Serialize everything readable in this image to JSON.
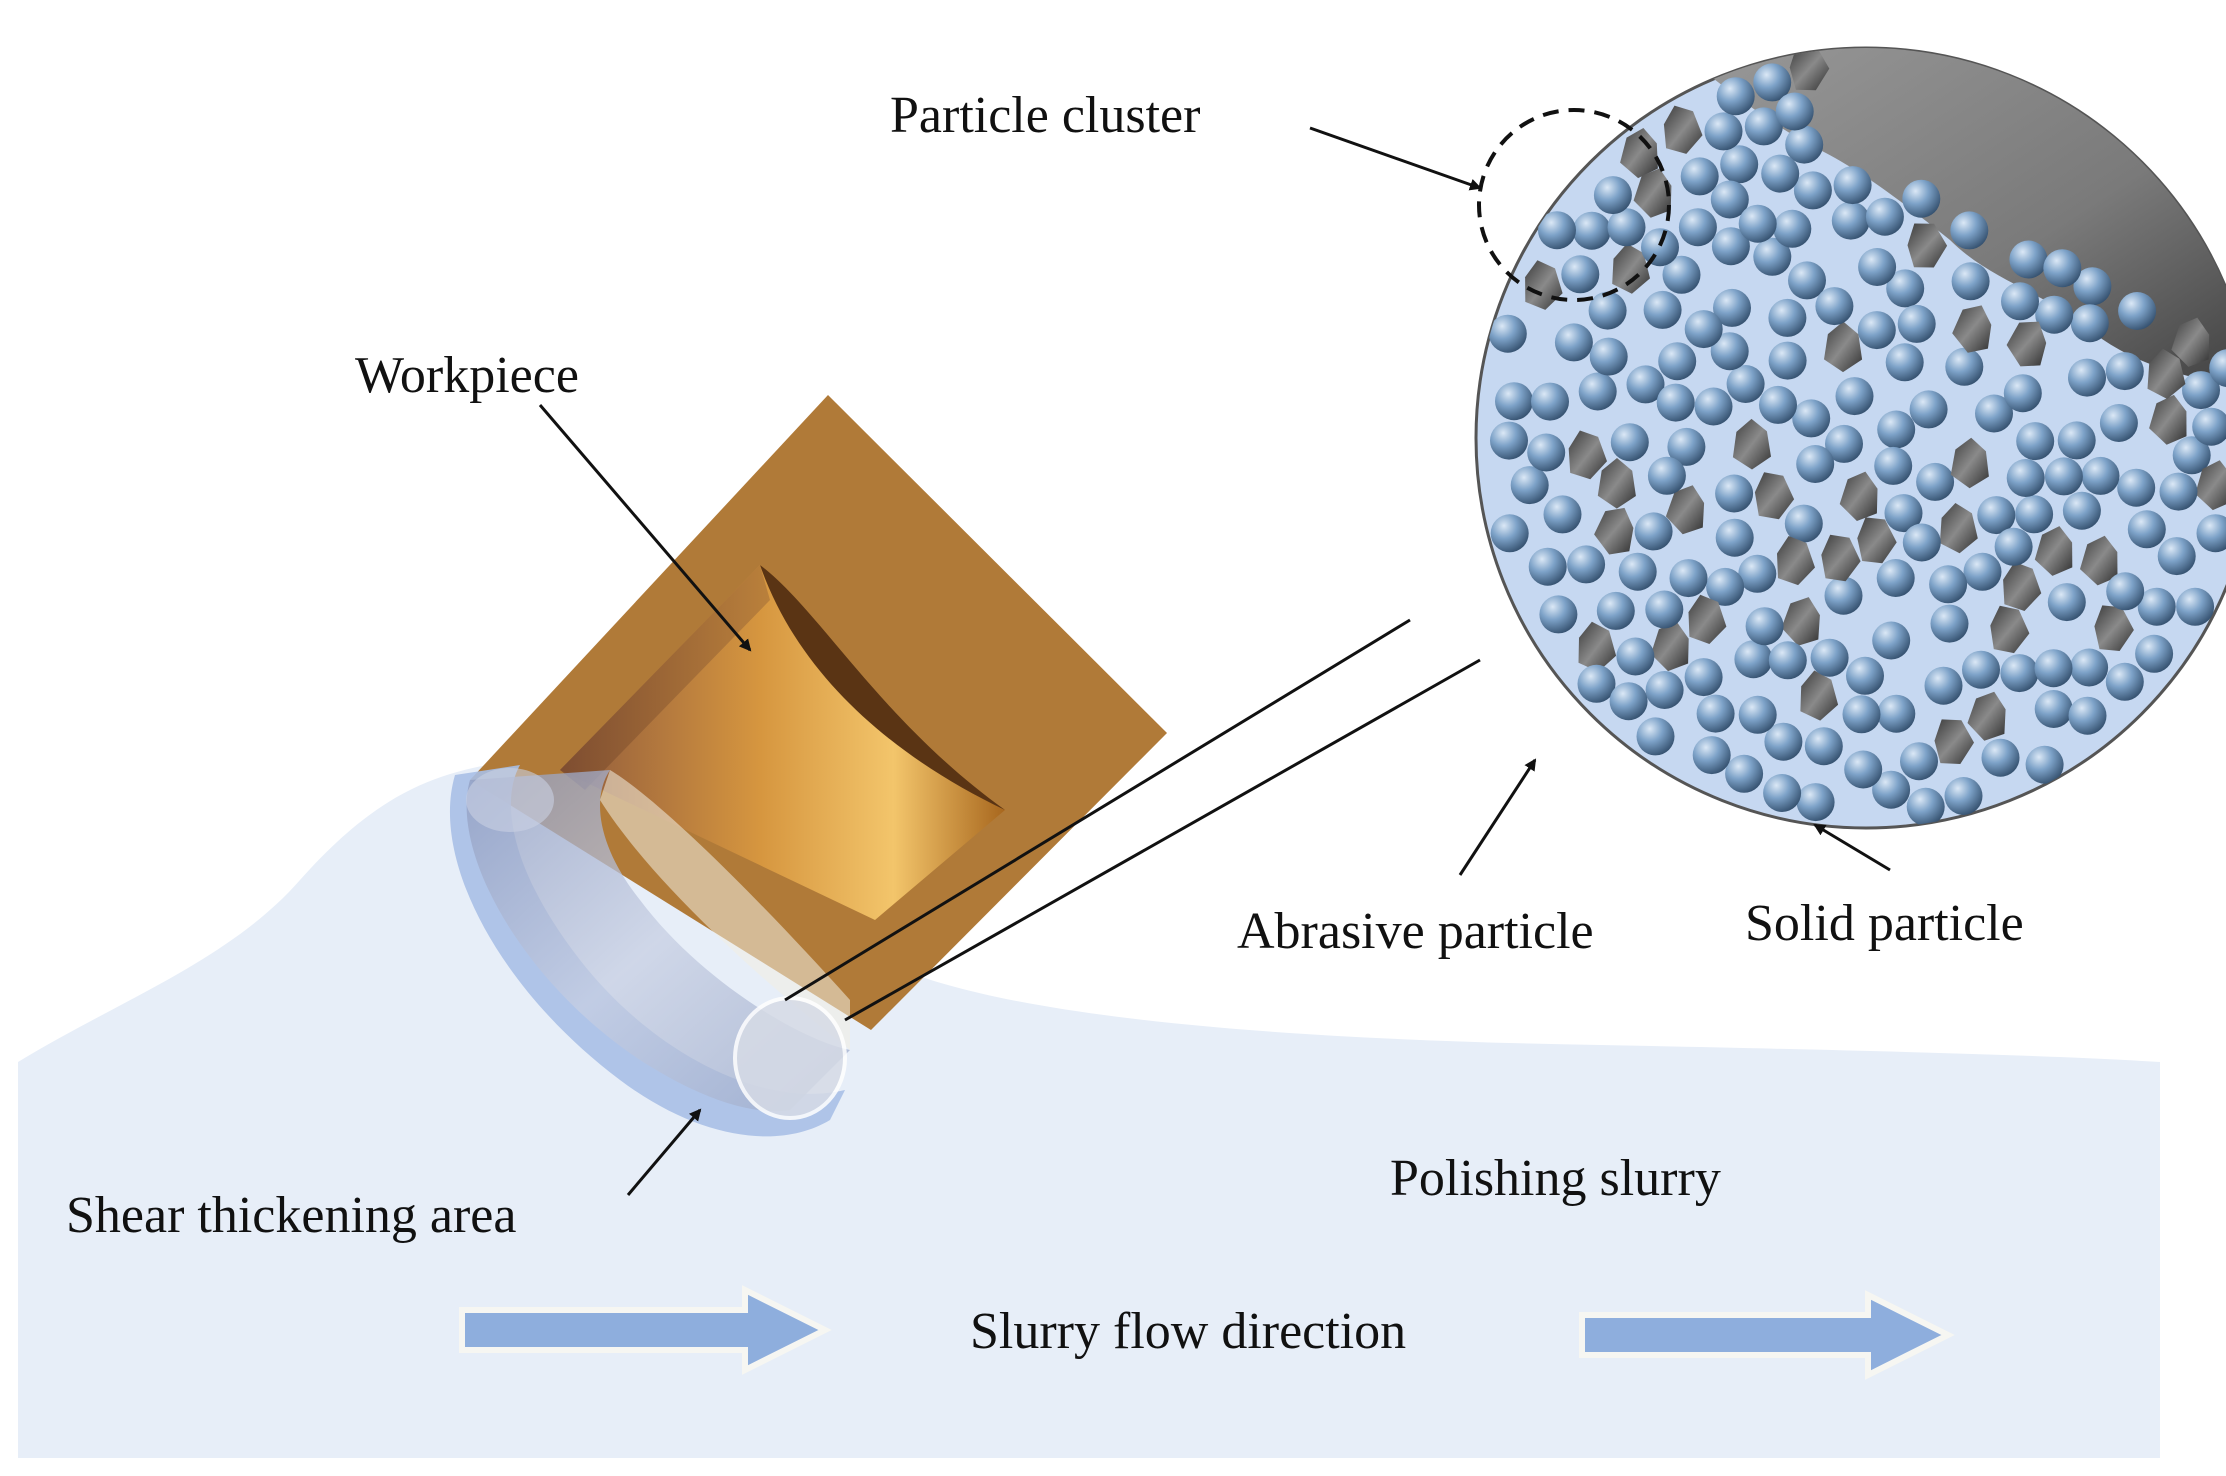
{
  "labels": {
    "particle_cluster": "Particle cluster",
    "workpiece": "Workpiece",
    "abrasive_particle": "Abrasive particle",
    "solid_particle": "Solid particle",
    "shear_thickening_area": "Shear thickening area",
    "polishing_slurry": "Polishing slurry",
    "slurry_flow_direction": "Slurry flow direction"
  },
  "colors": {
    "slurry": "#e7eef8",
    "zoom_fill": "#c6d8f1",
    "workpiece_plate": "#b07a38",
    "solid_particle": "#7da2c8",
    "abrasive_particle": "#555555",
    "flow_arrow": "#8eaedd",
    "shear_area": "#a9bfe5"
  },
  "icons": {
    "flow_arrow": "right-arrow-icon",
    "leader": "arrow-icon"
  }
}
